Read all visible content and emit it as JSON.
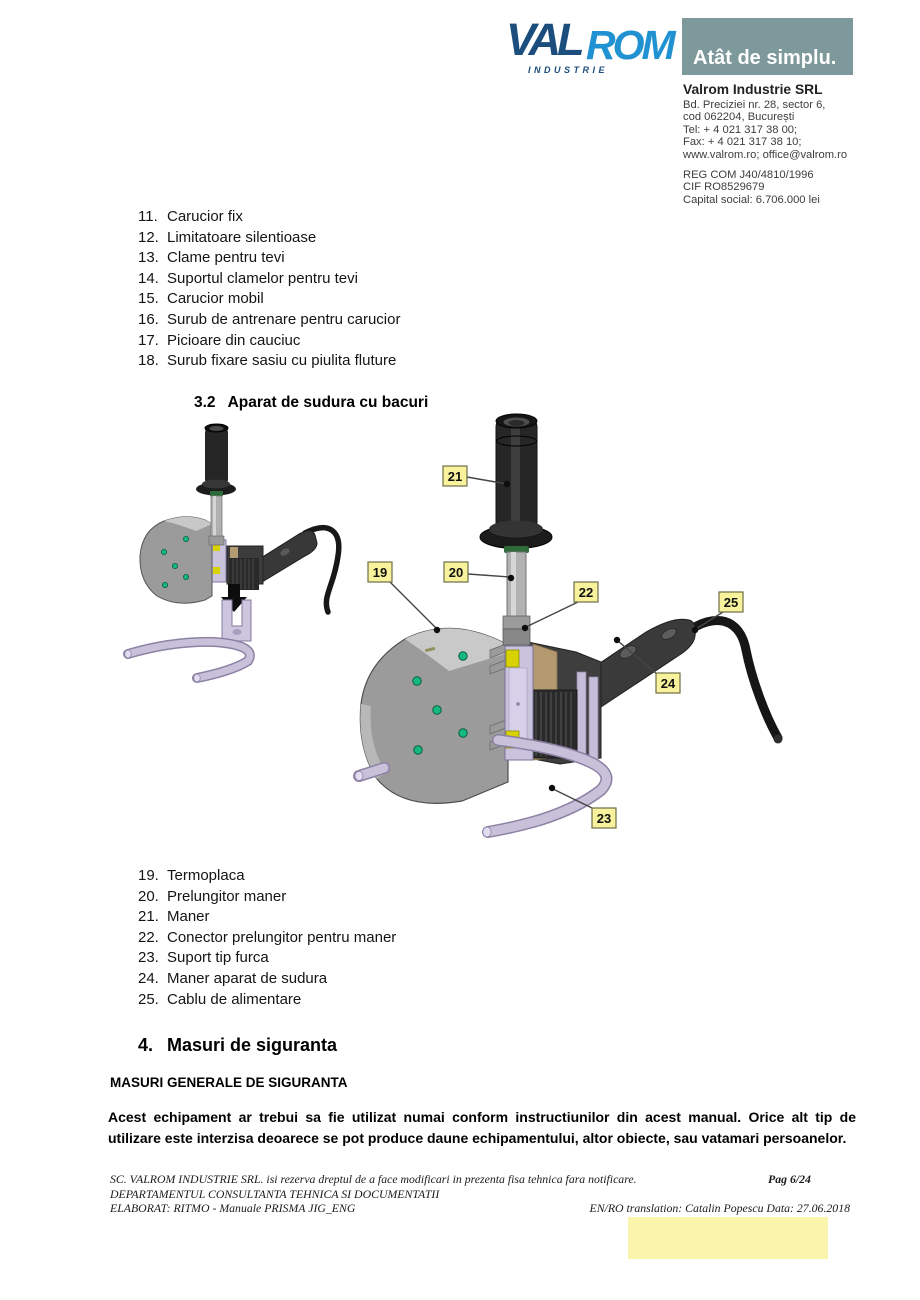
{
  "header": {
    "logo": {
      "val": "VAL",
      "rom": "ROM",
      "industrie": "INDUSTRIE"
    },
    "tagline": "Atât de simplu.",
    "company": {
      "name": "Valrom Industrie SRL",
      "address1": "Bd. Preciziei nr. 28, sector 6,",
      "address2": "cod 062204, București",
      "tel": "Tel:  + 4 021 317 38 00;",
      "fax": "Fax: + 4 021 317 38 10;",
      "web": "www.valrom.ro;  office@valrom.ro",
      "reg": "REG COM J40/4810/1996",
      "cif": "CIF RO8529679",
      "capital": "Capital social: 6.706.000 lei"
    }
  },
  "parts_list_1": [
    {
      "num": "11.",
      "text": "Carucior fix"
    },
    {
      "num": "12.",
      "text": "Limitatoare silentioase"
    },
    {
      "num": "13.",
      "text": "Clame pentru tevi"
    },
    {
      "num": "14.",
      "text": "Suportul clamelor pentru tevi"
    },
    {
      "num": "15.",
      "text": "Carucior mobil"
    },
    {
      "num": "16.",
      "text": "Surub de antrenare pentru carucior"
    },
    {
      "num": "17.",
      "text": "Picioare din cauciuc"
    },
    {
      "num": "18.",
      "text": "Surub fixare sasiu cu piulita fluture"
    }
  ],
  "section_3_2": {
    "number": "3.2",
    "title": "Aparat de sudura cu bacuri"
  },
  "diagram": {
    "callouts": [
      {
        "num": "19"
      },
      {
        "num": "20"
      },
      {
        "num": "21"
      },
      {
        "num": "22"
      },
      {
        "num": "23"
      },
      {
        "num": "24"
      },
      {
        "num": "25"
      }
    ]
  },
  "parts_list_2": [
    {
      "num": "19.",
      "text": "Termoplaca"
    },
    {
      "num": "20.",
      "text": "Prelungitor maner"
    },
    {
      "num": "21.",
      "text": "Maner"
    },
    {
      "num": "22.",
      "text": "Conector prelungitor pentru maner"
    },
    {
      "num": "23.",
      "text": "Suport tip furca"
    },
    {
      "num": "24.",
      "text": "Maner aparat de sudura"
    },
    {
      "num": "25.",
      "text": "Cablu de alimentare"
    }
  ],
  "section_4": {
    "number": "4.",
    "title": "Masuri de siguranta"
  },
  "safety_subheading": "MASURI GENERALE DE SIGURANTA",
  "safety_paragraph": "Acest echipament ar trebui sa fie utilizat numai conform instructiunilor din acest manual. Orice alt tip de utilizare este interzisa deoarece se pot produce daune echipamentului, altor obiecte, sau vatamari persoanelor.",
  "footer": {
    "disclaimer": "SC. VALROM INDUSTRIE SRL. isi rezerva dreptul de a face modificari in prezenta fisa tehnica fara notificare.",
    "page_label": "Pag 6/24",
    "department": "DEPARTAMENTUL CONSULTANTA TEHNICA SI DOCUMENTATII",
    "elaborated": "ELABORAT: RITMO - Manuale PRISMA JIG_ENG",
    "translation": "EN/RO translation: Catalin Popescu Data: 27.06.2018"
  },
  "colors": {
    "logo_dark_blue": "#1b4d7d",
    "logo_light_blue": "#2092d2",
    "tagline_bg": "#7e999b",
    "callout_fill": "#f7f29b",
    "highlight_fill": "#fbf4ad"
  }
}
